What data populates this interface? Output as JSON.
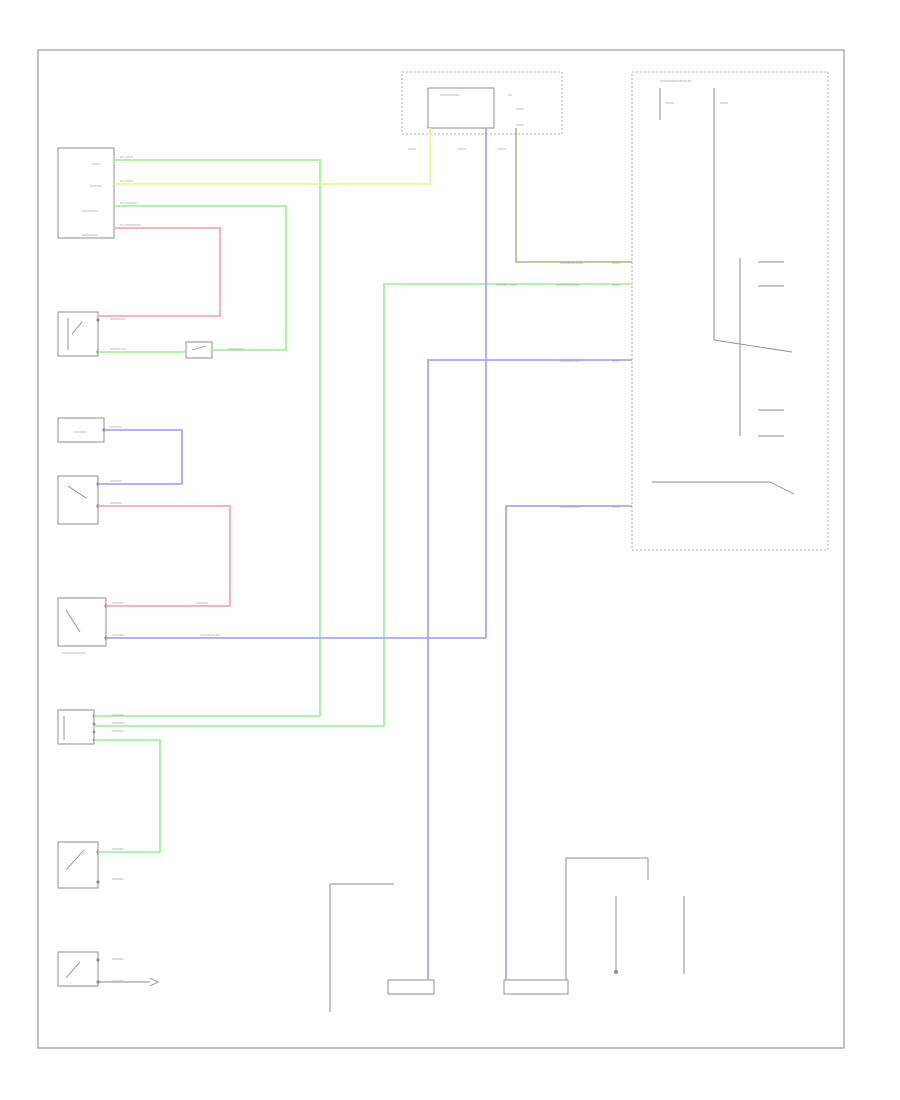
{
  "diagram": {
    "footer": "",
    "components": [
      {
        "id": "ecm",
        "label": ""
      },
      {
        "id": "brake-pressure-sensor",
        "label": ""
      },
      {
        "id": "coolant-pressure-switch",
        "label": ""
      },
      {
        "id": "water-temp-sensor",
        "label": ""
      },
      {
        "id": "ac-pressure-switch",
        "label": ""
      },
      {
        "id": "ac-compressor",
        "label": ""
      },
      {
        "id": "ac-dual-pressure-switch",
        "label": ""
      },
      {
        "id": "radiator-fan-switch",
        "label": ""
      },
      {
        "id": "coolant-temp-switch",
        "label": ""
      },
      {
        "id": "ground-point",
        "label": ""
      },
      {
        "id": "fuse-box",
        "label": ""
      },
      {
        "id": "relay-box",
        "label": ""
      },
      {
        "id": "radiator-fan-relay",
        "label": ""
      },
      {
        "id": "ac-compressor-relay",
        "label": ""
      },
      {
        "id": "ac-condenser-fan-motor",
        "label": ""
      },
      {
        "id": "radiator-fan-motor",
        "label": ""
      },
      {
        "id": "ground-left",
        "label": ""
      },
      {
        "id": "ground-mid",
        "label": ""
      },
      {
        "id": "ground-right",
        "label": ""
      }
    ]
  }
}
